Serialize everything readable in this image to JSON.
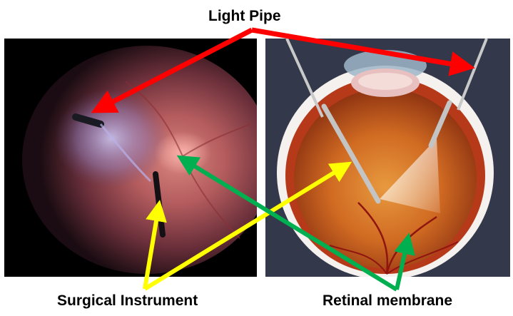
{
  "labels": {
    "light_pipe": "Light Pipe",
    "surgical_instrument": "Surgical Instrument",
    "retinal_membrane": "Retinal membrane"
  },
  "colors": {
    "light_pipe_arrows": "#ff0000",
    "surgical_instrument_arrows": "#ffff00",
    "retinal_membrane_arrows": "#00b050"
  }
}
